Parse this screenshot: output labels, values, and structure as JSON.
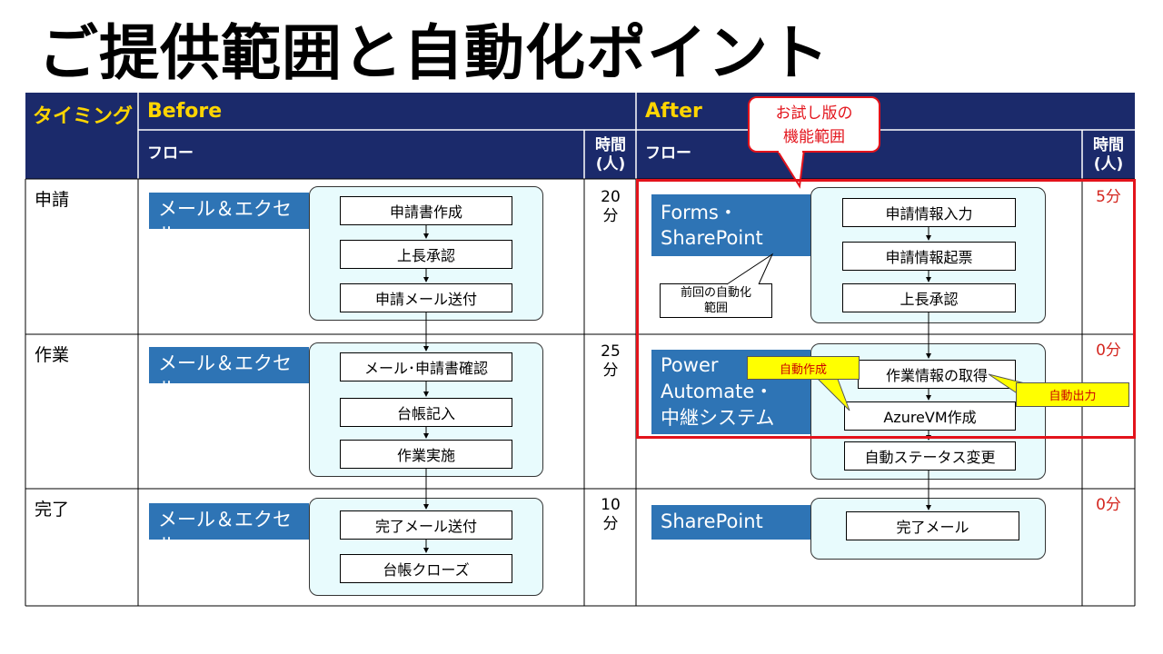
{
  "title": "ご提供範囲と自動化ポイント",
  "header": {
    "timing": "タイミング",
    "before": "Before",
    "after": "After",
    "flow": "フロー",
    "time_line1": "時間",
    "time_line2": "(人)"
  },
  "callout": {
    "line1": "お試し版の",
    "line2": "機能範囲"
  },
  "rows": [
    {
      "label": "申請",
      "before_tool": "メール＆エクセル",
      "before_steps": [
        "申請書作成",
        "上長承認",
        "申請メール送付"
      ],
      "before_time_value": "20",
      "before_time_unit": "分",
      "after_tool_line1": "Forms・",
      "after_tool_line2": "SharePoint",
      "after_steps": [
        "申請情報入力",
        "申請情報起票",
        "上長承認"
      ],
      "after_time": "5分",
      "note_line1": "前回の自動化",
      "note_line2": "範囲"
    },
    {
      "label": "作業",
      "before_tool": "メール＆エクセル",
      "before_steps": [
        "メール･申請書確認",
        "台帳記入",
        "作業実施"
      ],
      "before_time_value": "25",
      "before_time_unit": "分",
      "after_tool_line1": "Power",
      "after_tool_line2": "Automate・",
      "after_tool_line3": "中継システム",
      "after_steps": [
        "作業情報の取得",
        "AzureVM作成",
        "自動ステータス変更"
      ],
      "after_time": "0分",
      "label_auto_create": "自動作成",
      "label_auto_output": "自動出力"
    },
    {
      "label": "完了",
      "before_tool": "メール＆エクセル",
      "before_steps": [
        "完了メール送付",
        "台帳クローズ"
      ],
      "before_time_value": "10",
      "before_time_unit": "分",
      "after_tool": "SharePoint",
      "after_steps": [
        "完了メール"
      ],
      "after_time": "0分"
    }
  ],
  "colors": {
    "header_bg": "#1b2a6b",
    "header_accent": "#ffd500",
    "tool_bg": "#2e74b5",
    "group_bg": "#e8fbfd",
    "highlight_red": "#e3131b"
  }
}
